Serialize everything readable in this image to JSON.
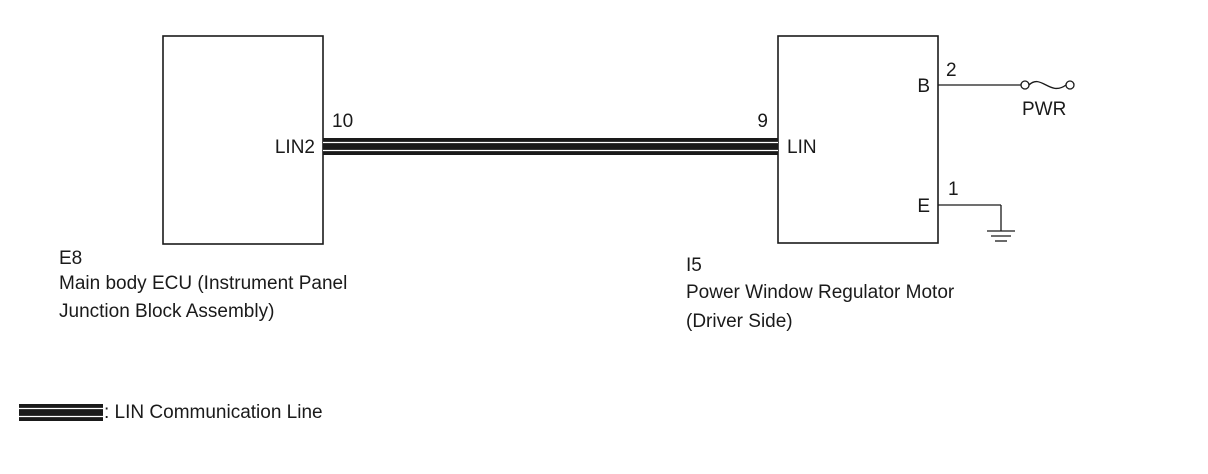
{
  "ecu": {
    "code": "E8",
    "name_line1": "Main body ECU (Instrument Panel",
    "name_line2": "Junction Block Assembly)",
    "terminal": "LIN2",
    "pin": "10"
  },
  "motor": {
    "code": "I5",
    "name_line1": "Power Window Regulator Motor",
    "name_line2": "(Driver Side)",
    "terminal_lin": "LIN",
    "pin_lin": "9",
    "terminal_b": "B",
    "pin_b": "2",
    "terminal_e": "E",
    "pin_e": "1",
    "power_label": "PWR"
  },
  "legend": {
    "text": ": LIN Communication Line"
  },
  "colors": {
    "line": "#1a1a1a",
    "background": "#ffffff"
  }
}
